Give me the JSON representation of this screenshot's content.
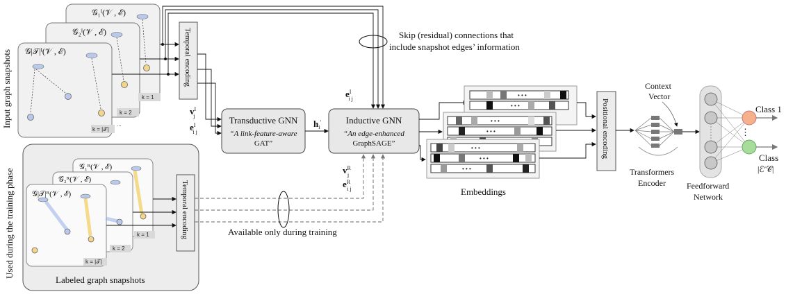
{
  "side_labels": {
    "input_snapshots": "Input graph snapshots",
    "training_phase": "Used during the training phase"
  },
  "input_graphs": {
    "g1": "𝒢₁ᴵ(𝒱 , ℰ)",
    "g2": "𝒢₂ᴵ(𝒱 , ℰ)",
    "gT": "𝒢|𝒯|ᴵ(𝒱 , ℰ)",
    "k1": "k = 1",
    "k2": "k = 2",
    "kT": "k = |𝒯|",
    "ellipsis": "..."
  },
  "labeled_graphs": {
    "g1": "𝒢₁ᴿ(𝒱 , ℰ)",
    "g2": "𝒢₂ᴿ(𝒱 , ℰ)",
    "gT": "𝒢|𝒯|ᴿ(𝒱 , ℰ)",
    "k1": "k = 1",
    "k2": "k = 2",
    "kT": "k = |𝒯|",
    "caption": "Labeled graph snapshots"
  },
  "temporal_encoding": "Temporal encoding",
  "skip_note": [
    "Skip (residual) connections that",
    "include snapshot edges’ information"
  ],
  "training_note": "Available only during training",
  "transductive": {
    "title": "Transductive GNN",
    "sub1": "“A link-feature-aware",
    "sub2": "GAT”"
  },
  "inductive": {
    "title": "Inductive GNN",
    "sub1": "“An edge-enhanced",
    "sub2": "GraphSAGE”"
  },
  "math": {
    "v_i": "v",
    "e_i": "e",
    "h": "h",
    "e_top": "e",
    "v_r": "v",
    "e_r": "e"
  },
  "embeddings_label": "Embeddings",
  "embedding_dots": "• • •",
  "positional_encoding": "Positional encoding",
  "context_vector": [
    "Context",
    "Vector"
  ],
  "transformers_encoder": [
    "Transformers",
    "Encoder"
  ],
  "feedforward": [
    "Feedforward",
    "Network"
  ],
  "class1": "Class 1",
  "classN": [
    "Class",
    "|ℰ′𝒞|"
  ],
  "vdots": "⋮",
  "colors": {
    "orange": "#f6b08c",
    "green": "#a8dc9a",
    "box": "#e8e8e8"
  }
}
